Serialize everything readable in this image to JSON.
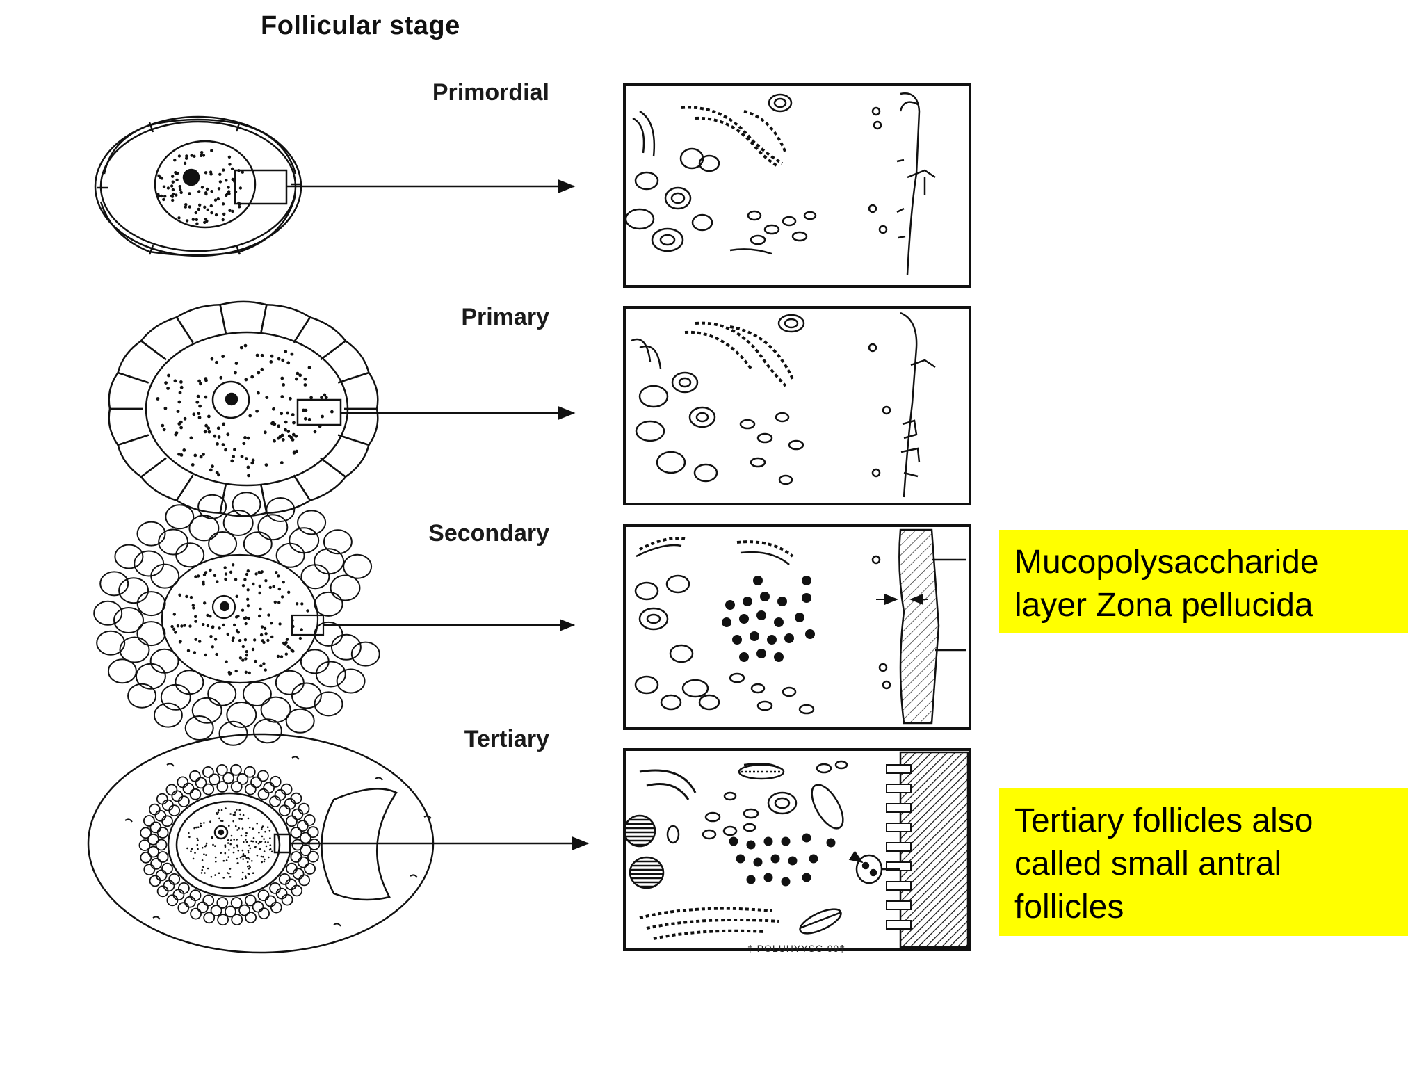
{
  "figure": {
    "title": "Follicular stage",
    "stages": [
      {
        "label": "Primordial"
      },
      {
        "label": "Primary"
      },
      {
        "label": "Secondary"
      },
      {
        "label": "Tertiary"
      }
    ],
    "signature": "† POLUHYYSC·99†"
  },
  "notes": {
    "zona_pellucida": "Mucopolysaccharide layer Zona pellucida",
    "tertiary": "Tertiary follicles also called small antral follicles"
  },
  "colors": {
    "highlight": "#ffff00",
    "ink": "#111111"
  }
}
